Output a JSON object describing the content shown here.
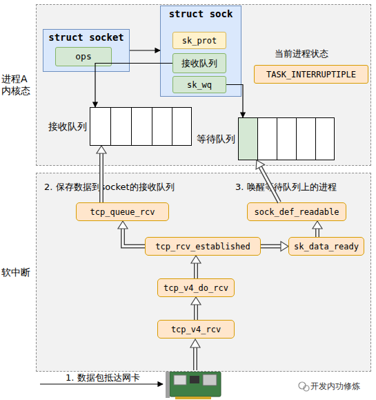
{
  "diagram": {
    "nodes": [
      {
        "text": [
          "进程A 内核态"
        ]
      },
      {
        "text": [
          "struct socket"
        ],
        "in": 0
      },
      {
        "text": [
          "ops"
        ],
        "in": 1
      },
      {
        "text": [
          "struct sock"
        ],
        "in": 0
      },
      {
        "text": [
          "sk_prot"
        ],
        "in": 3
      },
      {
        "text": [
          "接收队列"
        ],
        "in": 3
      },
      {
        "text": [
          "sk_wq"
        ],
        "in": 3
      },
      {
        "text": [
          "TASK_INTERRUPTIPLE"
        ],
        "in": 0
      },
      {
        "text": [
          "接收队列"
        ],
        "in": 0
      },
      {
        "text": [
          "等待队列"
        ],
        "in": 0
      },
      {
        "text": [
          "软中断"
        ]
      },
      {
        "text": [
          "tcp_queue_rcv"
        ],
        "in": 10
      },
      {
        "text": [
          "sock_def_readable"
        ],
        "in": 10
      },
      {
        "text": [
          "tcp_rcv_established"
        ],
        "in": 10
      },
      {
        "text": [
          "sk_data_ready"
        ],
        "in": 10
      },
      {
        "text": [
          "tcp_v4_do_rcv"
        ],
        "in": 10
      },
      {
        "text": [
          "tcp_v4_rcv"
        ],
        "in": 10
      }
    ],
    "edges": [
      {
        "from": 1,
        "to": 3,
        "arrow": "to"
      },
      {
        "from": 5,
        "to": 8,
        "arrow": "to"
      },
      {
        "from": 6,
        "to": 9,
        "arrow": "to"
      },
      {
        "from": 16,
        "to": 15,
        "arrow": "to"
      },
      {
        "from": 15,
        "to": 13,
        "arrow": "to"
      },
      {
        "from": 13,
        "to": 11,
        "arrow": "to"
      },
      {
        "from": 13,
        "to": 14,
        "arrow": "to"
      },
      {
        "from": 14,
        "to": 12,
        "arrow": "to"
      },
      {
        "from": 11,
        "to": 8,
        "arrow": "to"
      },
      {
        "from": 12,
        "to": 9,
        "arrow": "to"
      }
    ],
    "labels": [
      "当前进程状态",
      "2. 保存数据到socket的接收队列",
      "3. 唤醒等待队列上的进程",
      "1. 数据包抵达网卡",
      "开发内功修炼"
    ]
  }
}
